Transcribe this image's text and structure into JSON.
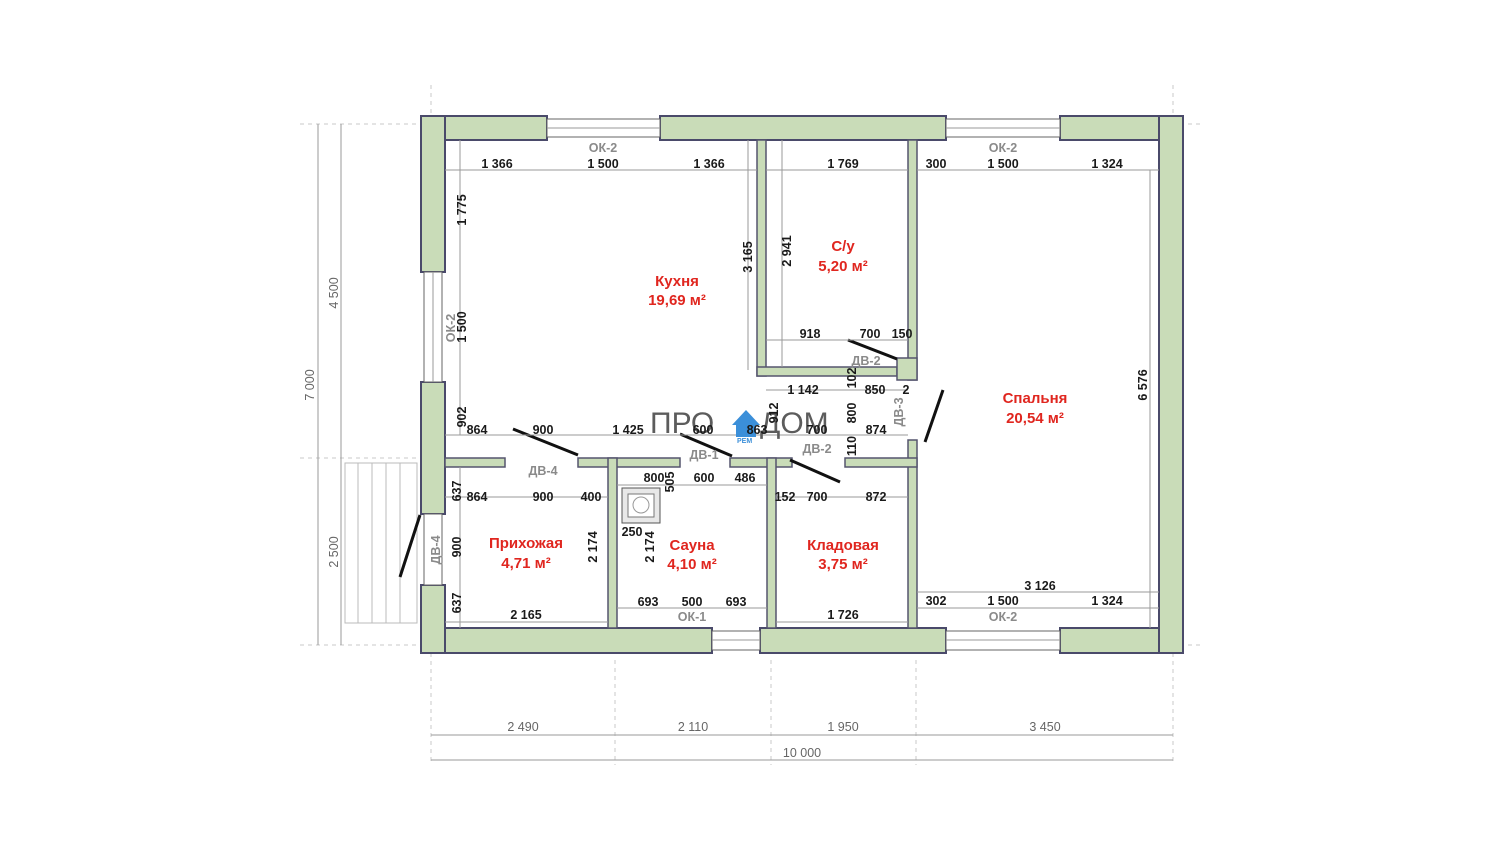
{
  "logo": {
    "part1": "ПРО",
    "part2": "ДОМ",
    "sub": "РЕМ"
  },
  "rooms": [
    {
      "name": "Кухня",
      "area": "19,69 м²"
    },
    {
      "name": "С/у",
      "area": "5,20 м²"
    },
    {
      "name": "Спальня",
      "area": "20,54 м²"
    },
    {
      "name": "Прихожая",
      "area": "4,71 м²"
    },
    {
      "name": "Сауна",
      "area": "4,10 м²"
    },
    {
      "name": "Кладовая",
      "area": "3,75 м²"
    }
  ],
  "openings": {
    "ok2_top_left": "ОК-2",
    "ok2_top_right": "ОК-2",
    "ok2_left": "ОК-2",
    "ok2_bottom_right": "ОК-2",
    "ok1_bottom": "ОК-1",
    "dv1": "ДВ-1",
    "dv2_wc": "ДВ-2",
    "dv2_store": "ДВ-2",
    "dv3": "ДВ-3",
    "dv4_hall": "ДВ-4",
    "dv4_entry": "ДВ-4"
  },
  "overall": {
    "bottom_segments": [
      "2 490",
      "2 110",
      "1 950",
      "3 450"
    ],
    "bottom_total": "10 000",
    "left_segments": [
      "4 500",
      "2 500"
    ],
    "left_total": "7 000"
  },
  "dims": {
    "kitchen_top": [
      "1 366",
      "1 500",
      "1 366"
    ],
    "wc_top": "1 769",
    "bed_top": [
      "300",
      "1 500",
      "1 324"
    ],
    "kitchen_left": [
      "1 775",
      "1 500",
      "902"
    ],
    "kitchen_right": "3 165",
    "wc_left": "2 941",
    "wc_bottom": [
      "918",
      "700",
      "150"
    ],
    "corridor_h": [
      "1 142",
      "850",
      "2"
    ],
    "corridor_v": [
      "102",
      "912",
      "800",
      "110"
    ],
    "kitchen_bottom": [
      "864",
      "900",
      "1 425",
      "600",
      "863",
      "700",
      "874"
    ],
    "bed_right": "6 576",
    "bed_bottom_span": "3 126",
    "bed_bottom": [
      "302",
      "1 500",
      "1 324"
    ],
    "hall_top": [
      "864",
      "900",
      "400"
    ],
    "hall_left": [
      "637",
      "900",
      "637"
    ],
    "hall_right": "2 174",
    "hall_bottom": "2 165",
    "sauna_top": [
      "800",
      "505",
      "600",
      "486"
    ],
    "sauna_stove": "250",
    "sauna_left": "2 174",
    "sauna_bottom": [
      "693",
      "500",
      "693"
    ],
    "store_top": [
      "152",
      "700",
      "872"
    ],
    "store_bottom": "1 726"
  }
}
